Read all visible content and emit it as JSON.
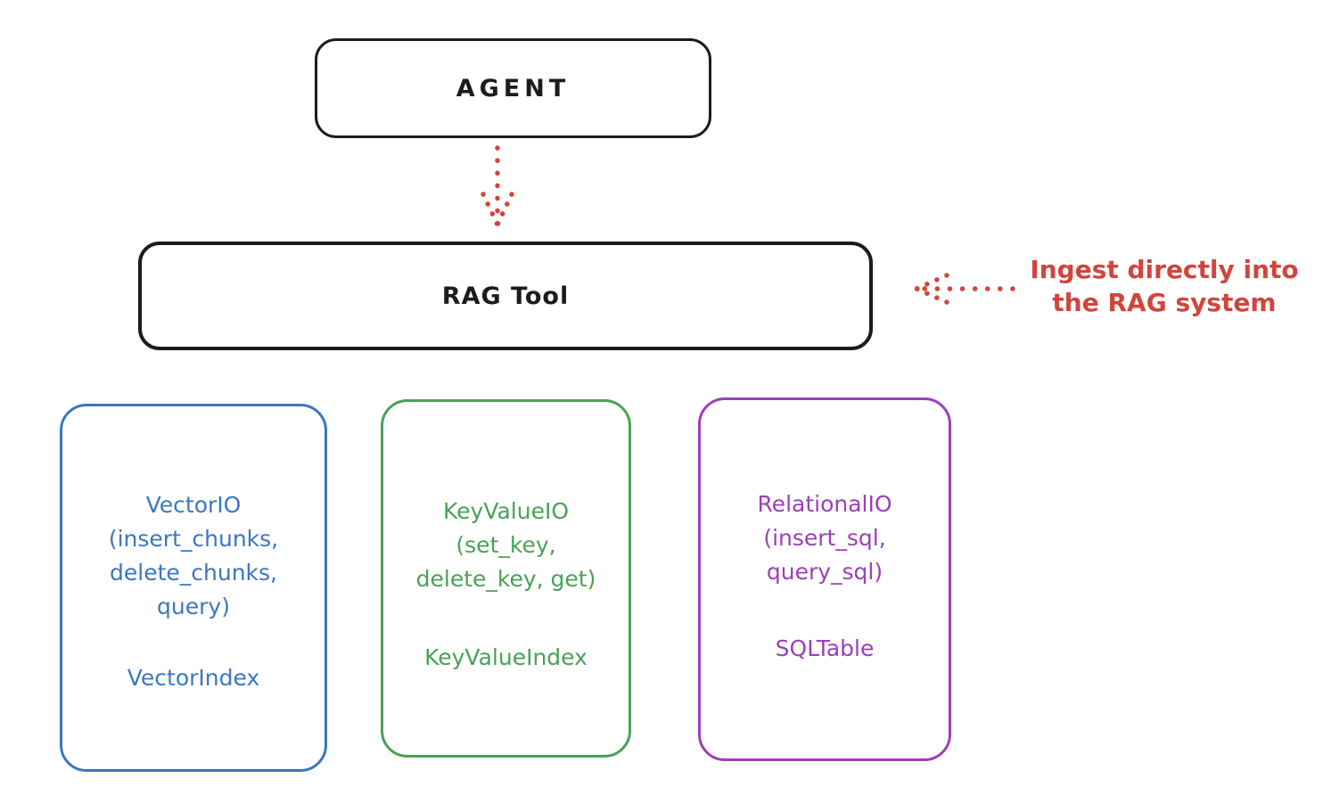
{
  "colors": {
    "stroke_black": "#1c1c1c",
    "accent_red": "#d1453c",
    "vector_blue": "#3b77c2",
    "keyvalue_green": "#4aa157",
    "relational_purple": "#9c3fb8"
  },
  "agent_box": {
    "label": "AGENT"
  },
  "rag_box": {
    "label": "RAG Tool"
  },
  "annotation": {
    "line1": "Ingest directly into",
    "line2": "the RAG system"
  },
  "icons": {
    "agent_to_rag_arrow": "red-dotted-down-arrow",
    "annotation_arrow": "red-dotted-left-arrow"
  },
  "io_boxes": [
    {
      "id": "vector-io",
      "color": "#3b77c2",
      "lines": [
        "VectorIO",
        "(insert_chunks,",
        "delete_chunks,",
        "query)"
      ],
      "index_label": "VectorIndex"
    },
    {
      "id": "keyvalue-io",
      "color": "#4aa157",
      "lines": [
        "KeyValueIO",
        "(set_key,",
        "delete_key, get)"
      ],
      "index_label": "KeyValueIndex"
    },
    {
      "id": "relational-io",
      "color": "#9c3fb8",
      "lines": [
        "RelationalIO",
        "(insert_sql,",
        "query_sql)"
      ],
      "index_label": "SQLTable"
    }
  ]
}
